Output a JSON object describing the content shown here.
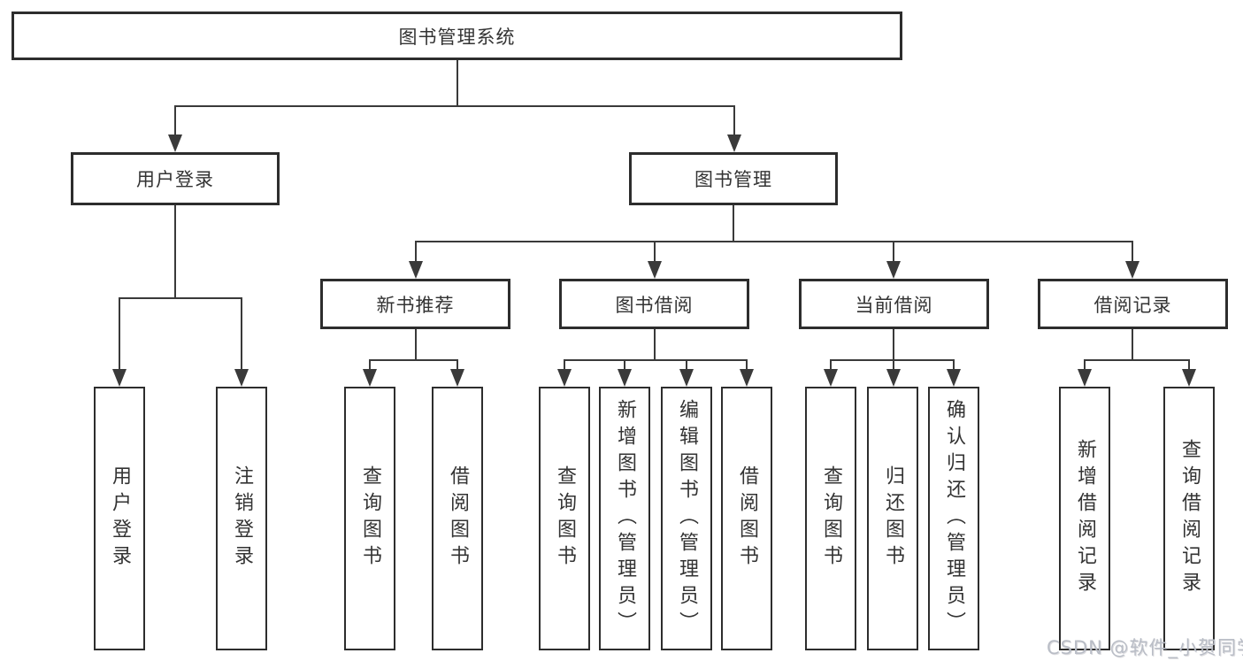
{
  "diagram": {
    "root": "图书管理系统",
    "level2": [
      "用户登录",
      "图书管理"
    ],
    "level3": [
      "新书推荐",
      "图书借阅",
      "当前借阅",
      "借阅记录"
    ],
    "leaves": {
      "user": [
        "用户登录",
        "注销登录"
      ],
      "recommend": [
        "查询图书",
        "借阅图书"
      ],
      "borrow": [
        "查询图书",
        "新增图书（管理员）",
        "编辑图书（管理员）",
        "借阅图书"
      ],
      "current": [
        "查询图书",
        "归还图书",
        "确认归还（管理员）"
      ],
      "records": [
        "新增借阅记录",
        "查询借阅记录"
      ]
    }
  },
  "watermark": "CSDN @软件_小贺同学",
  "colors": {
    "line": "#3a3a3a",
    "box_border": "#2d2d2d",
    "text": "#333333",
    "watermark": "#b9bdc6",
    "background": "#ffffff"
  }
}
